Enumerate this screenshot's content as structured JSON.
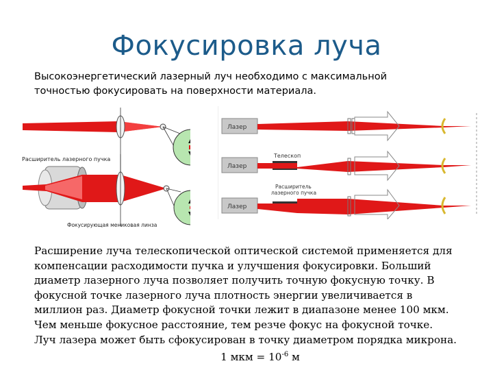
{
  "title": "Фокусировка луча",
  "intro": [
    "Высокоэнергетический лазерный луч необходимо с максимальной",
    "точностью фокусировать на поверхности материала."
  ],
  "left_figure": {
    "expander_label": "Расширитель лазерного пучка",
    "lens_label": "Фокусирующая мениковая линза",
    "beam_color": "#e01818",
    "circle_fill": "#b8e6b0"
  },
  "right_figure": {
    "laser_labels": [
      "Лазер",
      "Лазер",
      "Лазер"
    ],
    "telescope_label": "Телескоп",
    "expander_label": [
      "Расширитель",
      "лазерного пучка"
    ],
    "beam_color": "#e01818",
    "lens_color": "#d9b830"
  },
  "body_lines": [
    "Расширение луча телескопической оптической системой применяется для",
    "компенсации расходимости пучка и улучшения фокусировки. Больший",
    "диаметр лазерного луча позволяет получить точную фокусную точку. В",
    "фокусной точке лазерного луча плотность энергии увеличивается в",
    "миллион раз.  Диаметр фокусной точки лежит в диапазоне менее 100 мкм.",
    "Чем меньше фокусное расстояние, тем резче фокус на фокусной точке.",
    "Луч лазера может быть сфокусирован в точку диаметром порядка микрона."
  ],
  "formula": {
    "prefix": "1 мкм = 10",
    "exponent": "-6",
    "suffix": " м"
  }
}
